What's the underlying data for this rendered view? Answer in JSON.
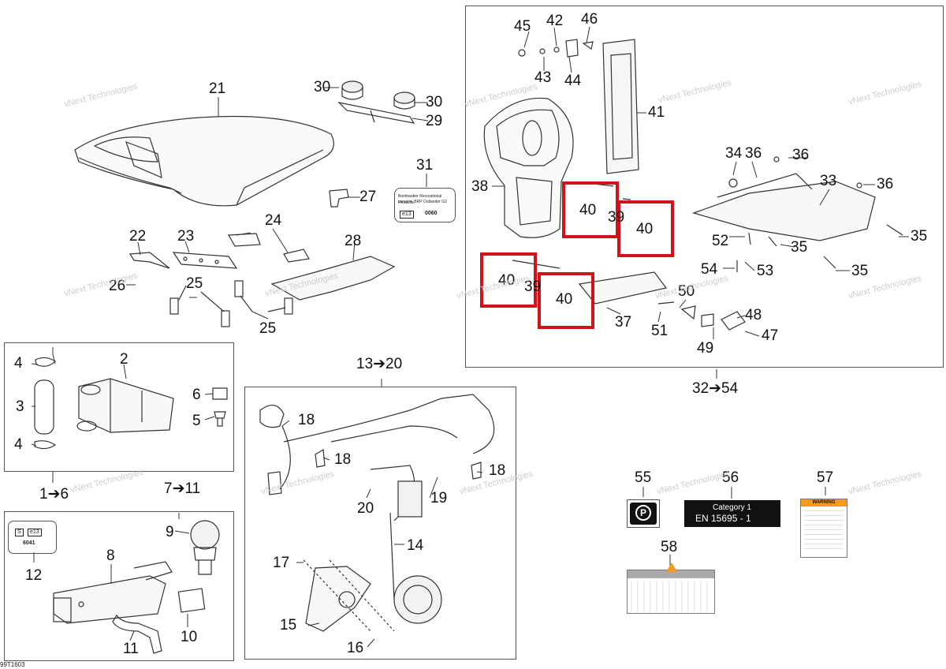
{
  "labels": {
    "l1": "1➔6",
    "l2": "2",
    "l3": "3",
    "l4a": "4",
    "l4b": "4",
    "l5": "5",
    "l6": "6",
    "l711": "7➔11",
    "l8": "8",
    "l9": "9",
    "l10": "10",
    "l11": "11",
    "l12": "12",
    "l1320": "13➔20",
    "l14": "14",
    "l15": "15",
    "l16": "16",
    "l17": "17",
    "l18a": "18",
    "l18b": "18",
    "l18c": "18",
    "l19": "19",
    "l20": "20",
    "l21": "21",
    "l22": "22",
    "l23": "23",
    "l24": "24",
    "l25a": "25",
    "l25b": "25",
    "l26": "26",
    "l27": "27",
    "l28": "28",
    "l29": "29",
    "l30a": "30",
    "l30b": "30",
    "l31": "31",
    "l3254": "32➔54",
    "l33": "33",
    "l34": "34",
    "l35a": "35",
    "l35b": "35",
    "l35c": "35",
    "l36a": "36",
    "l36b": "36",
    "l36c": "36",
    "l37": "37",
    "l38": "38",
    "l39a": "39",
    "l39b": "39",
    "l40a": "40",
    "l40b": "40",
    "l40c": "40",
    "l40d": "40",
    "l41": "41",
    "l42": "42",
    "l43": "43",
    "l44": "44",
    "l45": "45",
    "l46": "46",
    "l47": "47",
    "l48": "48",
    "l49": "49",
    "l50": "50",
    "l51": "51",
    "l52": "52",
    "l53": "53",
    "l54": "54",
    "l55": "55",
    "l56": "56",
    "l57": "57",
    "l58": "58"
  },
  "decal31": {
    "line1": "Bombardier Recreational Products,",
    "line2": "carr.sim. BRP Outlander G2",
    "mark": "e13",
    "code": "0060"
  },
  "decal12": {
    "s": "S",
    "mark": "e13",
    "code": "6041"
  },
  "decal56": {
    "title": "Category 1",
    "standard": "EN  15695  -  1"
  },
  "decal57": {
    "title": "WARNING"
  },
  "watermark": "vNext Technologies",
  "footer_ref": "99T1603",
  "colors": {
    "highlight": "#d0121b",
    "line": "#333333"
  }
}
